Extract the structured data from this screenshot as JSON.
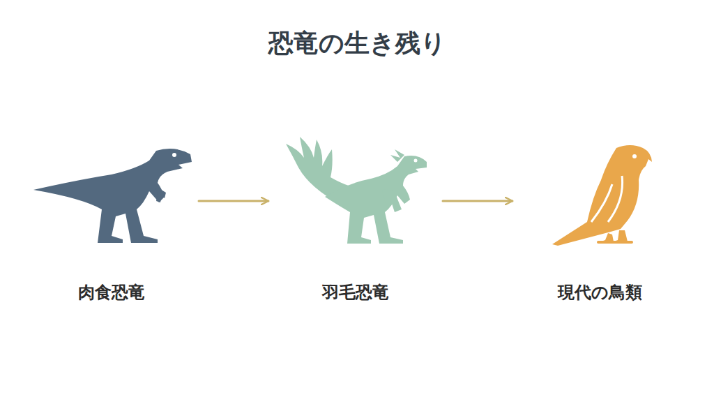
{
  "diagram": {
    "title": "恐竜の生き残り",
    "nodes": [
      {
        "text": [
          "肉食恐竜"
        ]
      },
      {
        "text": [
          "羽毛恐竜"
        ]
      },
      {
        "text": [
          "現代の鳥類"
        ]
      }
    ],
    "edges": [
      {
        "from": 0,
        "to": 1,
        "arrow": "to"
      },
      {
        "from": 1,
        "to": 2,
        "arrow": "to"
      }
    ]
  }
}
